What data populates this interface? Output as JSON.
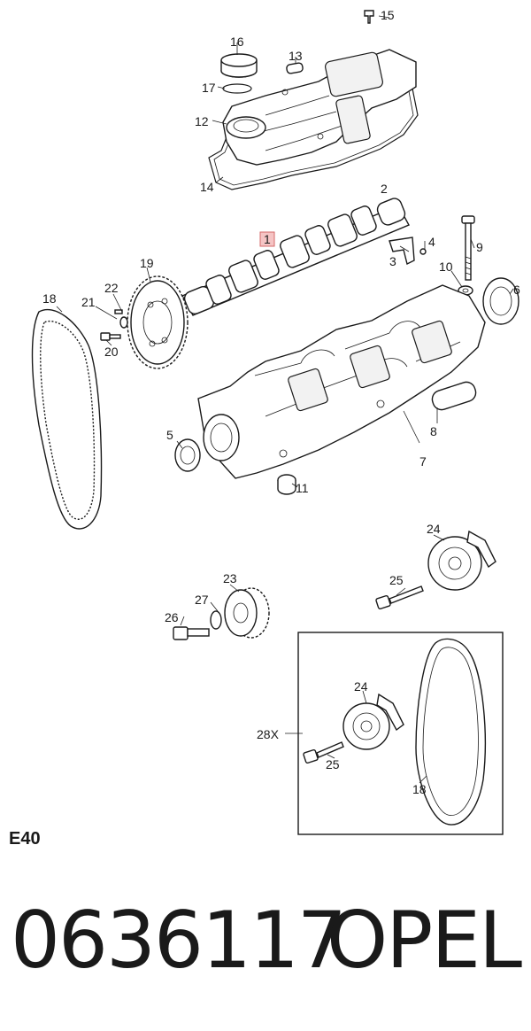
{
  "diagram": {
    "section_code": "E40",
    "callouts": {
      "c1": "1",
      "c2": "2",
      "c3": "3",
      "c4": "4",
      "c5": "5",
      "c6": "6",
      "c7": "7",
      "c8": "8",
      "c9": "9",
      "c10": "10",
      "c11": "11",
      "c12": "12",
      "c13": "13",
      "c14": "14",
      "c15": "15",
      "c16": "16",
      "c17": "17",
      "c18": "18",
      "c19": "19",
      "c20": "20",
      "c21": "21",
      "c22": "22",
      "c23": "23",
      "c24": "24",
      "c25": "25",
      "c26": "26",
      "c27": "27",
      "c28x": "28X",
      "inset_c24": "24",
      "inset_c25": "25",
      "inset_c18": "18"
    },
    "highlight_color": "#e8a0a0"
  },
  "footer": {
    "part_number": "0636117",
    "brand": "OPEL"
  }
}
